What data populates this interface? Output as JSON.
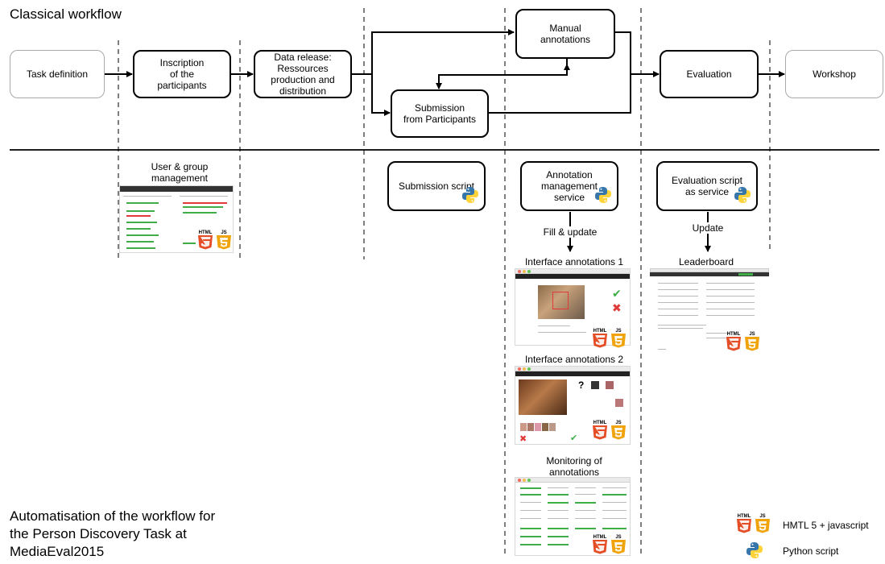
{
  "titles": {
    "classical": "Classical workflow",
    "automation": "Automatisation of the workflow for the Person Discovery Task at MediaEval2015",
    "automation_lines": [
      "Automatisation of the workflow for",
      "the Person Discovery Task at",
      "MediaEval2015"
    ]
  },
  "workflow": {
    "task_definition": "Task definition",
    "inscription": [
      "Inscription",
      "of the",
      "participants"
    ],
    "data_release": [
      "Data release:",
      "Ressources",
      "production and",
      "distribution"
    ],
    "manual_annotations": [
      "Manual",
      "annotations"
    ],
    "submission": [
      "Submission",
      "from Participants"
    ],
    "evaluation": "Evaluation",
    "workshop": "Workshop"
  },
  "automation": {
    "user_group": [
      "User & group",
      "management"
    ],
    "submission_script": "Submission script",
    "annotation_service": [
      "Annotation",
      "management",
      "service"
    ],
    "evaluation_service": [
      "Evaluation script",
      "as service"
    ],
    "fill_update": "Fill & update",
    "update": "Update",
    "interface1": "Interface annotations 1",
    "interface2": "Interface annotations 2",
    "monitoring": [
      "Monitoring of",
      "annotations"
    ],
    "leaderboard": "Leaderboard"
  },
  "legend": {
    "html_js": "HMTL 5 + javascript",
    "python": "Python script"
  },
  "icons": {
    "html5_label": "HTML",
    "js_label": "JS",
    "html5_color": "#e44d26",
    "js_color": "#f0a30a",
    "python_blue": "#3776ab",
    "python_yellow": "#ffd43b"
  }
}
